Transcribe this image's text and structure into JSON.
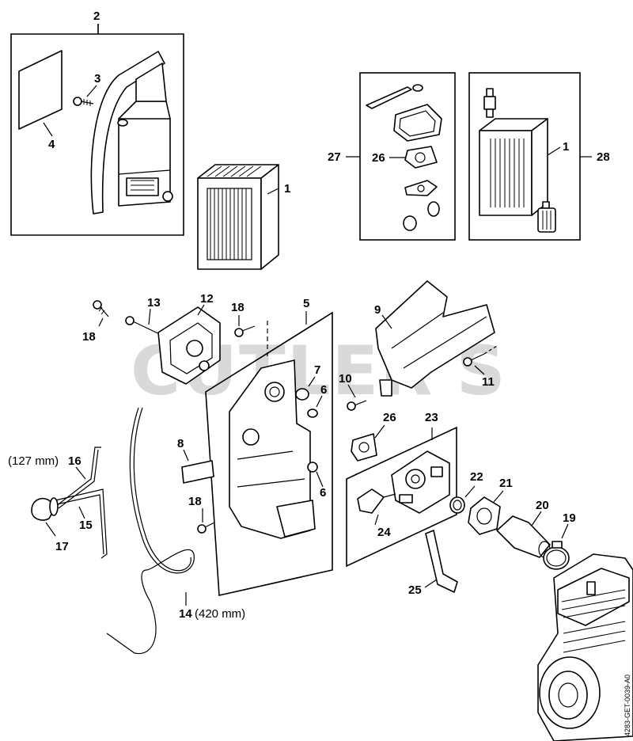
{
  "watermark": "CUTLER'S",
  "drawing_code": "4283-GET-0039-A0",
  "callouts": {
    "c1a": "1",
    "c2": "2",
    "c3": "3",
    "c4": "4",
    "c27": "27",
    "c26a": "26",
    "c1b": "1",
    "c28": "28",
    "c13": "13",
    "c12": "12",
    "c18a": "18",
    "c18b": "18",
    "c5": "5",
    "c9": "9",
    "c7": "7",
    "c6a": "6",
    "c10": "10",
    "c11": "11",
    "c8": "8",
    "c6b": "6",
    "c18c": "18",
    "c26b": "26",
    "c23": "23",
    "c22": "22",
    "c21": "21",
    "c20": "20",
    "c19": "19",
    "c24": "24",
    "c25": "25",
    "c16": "16",
    "c15": "15",
    "c17": "17",
    "c14": "14"
  },
  "dimensions": {
    "hose16_length": "(127 mm)",
    "hose14_length": "(420 mm)"
  }
}
